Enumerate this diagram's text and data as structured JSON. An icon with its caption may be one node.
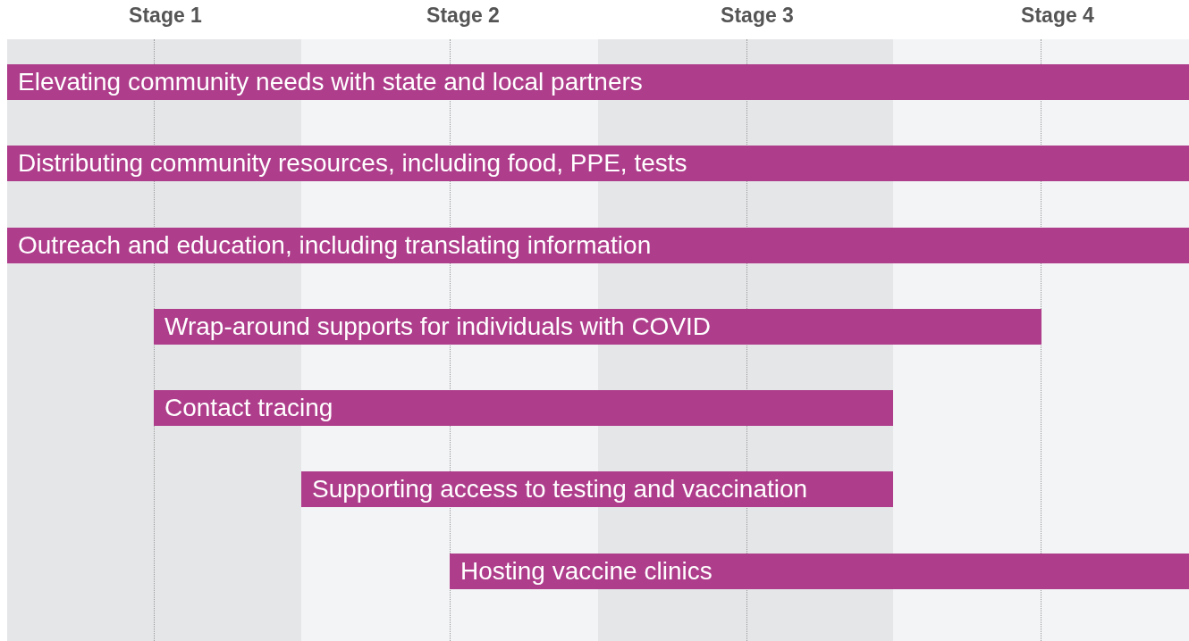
{
  "diagram": {
    "nodes": [
      {
        "text": [
          "Elevating community needs with state and local partners"
        ]
      },
      {
        "text": [
          "Distributing community resources, including food, PPE, tests"
        ]
      },
      {
        "text": [
          "Outreach and education, including translating information"
        ]
      },
      {
        "text": [
          "Wrap-around supports for individuals with COVID"
        ]
      },
      {
        "text": [
          "Contact tracing"
        ]
      },
      {
        "text": [
          "Supporting access to testing and vaccination"
        ]
      },
      {
        "text": [
          "Hosting vaccine clinics"
        ]
      }
    ],
    "labels": [
      "Stage 1",
      "Stage 2",
      "Stage 3",
      "Stage 4"
    ]
  }
}
